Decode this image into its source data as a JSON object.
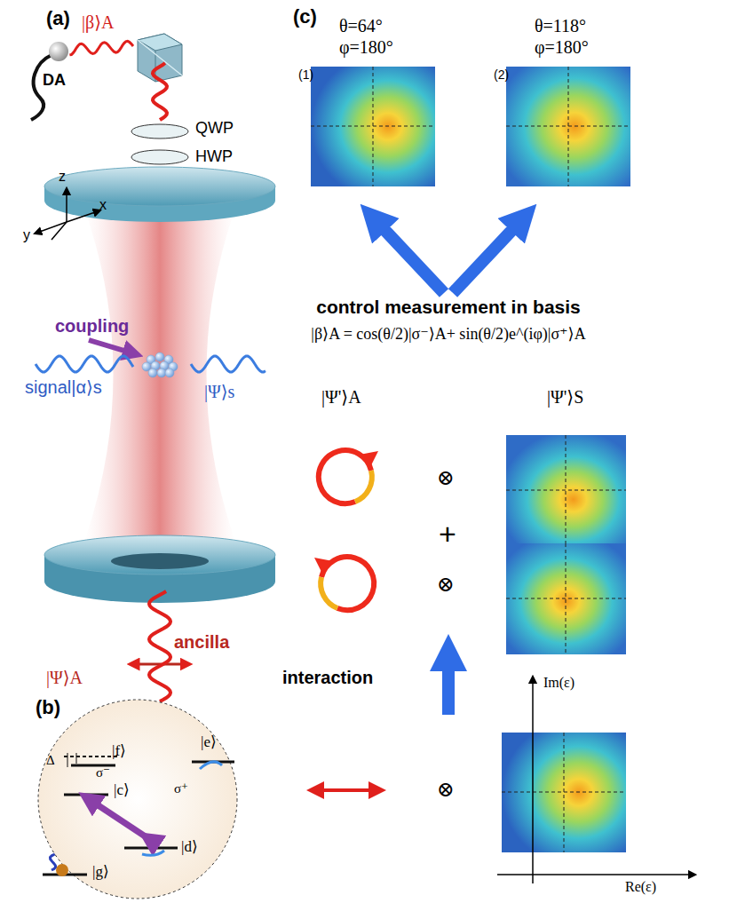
{
  "diagram": {
    "labels": [
      "(a)",
      "|β⟩A",
      "DA",
      "QWP",
      "HWP",
      "z",
      "y",
      "x",
      "coupling",
      "signal|α⟩s",
      "|Ψ⟩s",
      "|Ψ⟩A",
      "ancilla",
      "(b)",
      "|f⟩",
      "Δ",
      "|c⟩",
      "|e⟩",
      "σ⁻",
      "σ⁺",
      "|d⟩",
      "|g⟩",
      "(c)",
      "θ=64°",
      "φ=180°",
      "θ=118°",
      "φ=180°",
      "(1)",
      "(2)",
      "control measurement in basis",
      "|β⟩A = cos(θ/2)|σ⁻⟩A+ sin(θ/2)e^(iφ)|σ⁺⟩A",
      "|Ψ'⟩A",
      "|Ψ'⟩S",
      "⊗",
      "+",
      "⊗",
      "interaction",
      "⊗",
      "Im(ε)",
      "Re(ε)"
    ]
  }
}
